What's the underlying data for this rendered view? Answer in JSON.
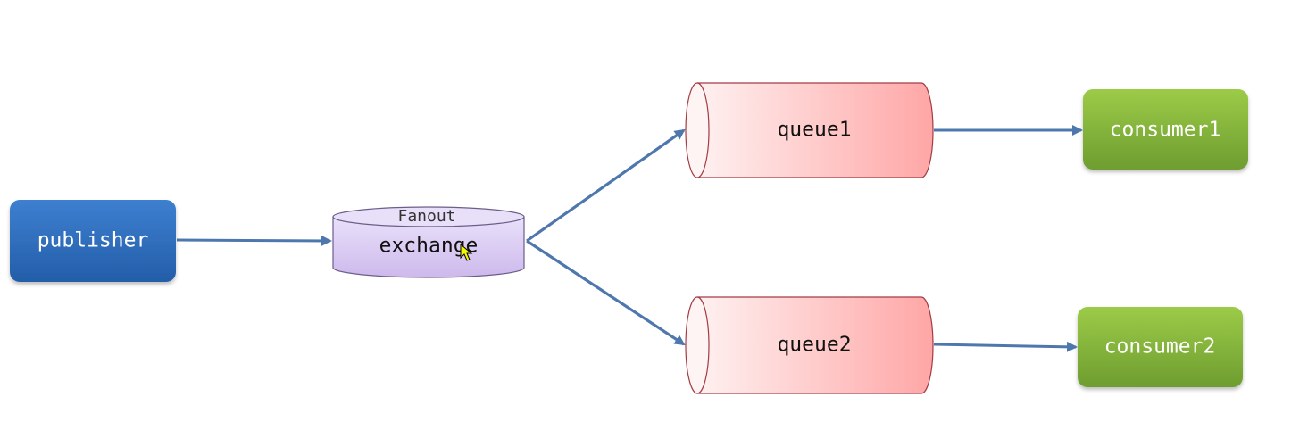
{
  "diagram": {
    "nodes": {
      "publisher": {
        "label": "publisher"
      },
      "exchange": {
        "type_label": "Fanout",
        "label": "exchange"
      },
      "queue1": {
        "label": "queue1"
      },
      "queue2": {
        "label": "queue2"
      },
      "consumer1": {
        "label": "consumer1"
      },
      "consumer2": {
        "label": "consumer2"
      }
    },
    "colors": {
      "publisher": "#2E69B8",
      "exchange": "#D9CCF1",
      "queue": "#FFB2B2",
      "consumer": "#79A936",
      "arrow": "#4E77AD"
    }
  }
}
